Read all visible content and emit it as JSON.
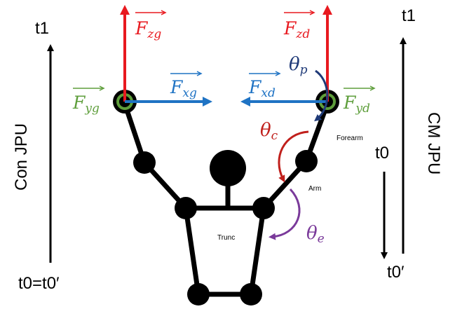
{
  "left_axis": {
    "top_label": "t1",
    "bottom_label": "t0=t0′",
    "side_label": "Con JPU"
  },
  "right_axis": {
    "top_label": "t1",
    "mid_label": "t0",
    "bottom_label": "t0′",
    "side_label": "CM JPU"
  },
  "forces": {
    "zg": {
      "base": "F",
      "sub": "zg"
    },
    "zd": {
      "base": "F",
      "sub": "zd"
    },
    "xg": {
      "base": "F",
      "sub": "xg"
    },
    "xd": {
      "base": "F",
      "sub": "xd"
    },
    "yg": {
      "base": "F",
      "sub": "yg"
    },
    "yd": {
      "base": "F",
      "sub": "yd"
    }
  },
  "angles": {
    "p": {
      "base": "θ",
      "sub": "p"
    },
    "c": {
      "base": "θ",
      "sub": "c"
    },
    "e": {
      "base": "θ",
      "sub": "e"
    }
  },
  "segments": {
    "forearm": "Forearm",
    "arm": "Arm",
    "trunk": "Trunc"
  },
  "colors": {
    "z_force": "#e8191f",
    "x_force": "#1f73c4",
    "y_force": "#5e9e3b",
    "theta_p": "#1f3a78",
    "theta_c": "#c0201c",
    "theta_e": "#7a3a9a",
    "body": "#000000"
  }
}
